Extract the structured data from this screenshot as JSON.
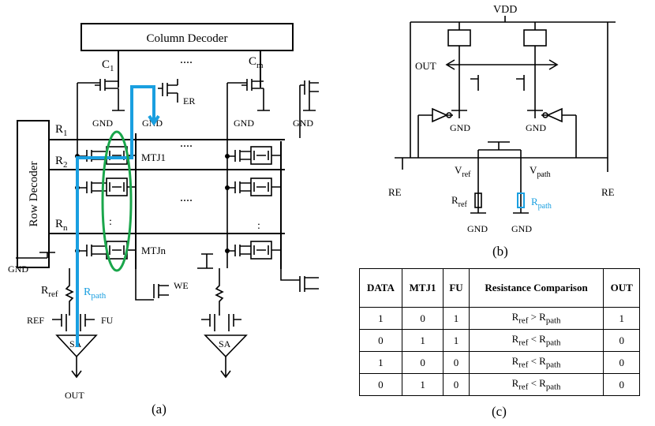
{
  "panel_a": {
    "caption": "(a)",
    "column_decoder": "Column Decoder",
    "row_decoder": "Row Decoder",
    "col_1": "C",
    "col_1_sub": "1",
    "col_m": "C",
    "col_m_sub": "m",
    "dots_h": "....",
    "dots_v": ":",
    "rows": [
      {
        "label": "R",
        "sub": "1"
      },
      {
        "label": "R",
        "sub": "2"
      },
      {
        "label": "R",
        "sub": "n"
      }
    ],
    "er": "ER",
    "gnd": "GND",
    "we": "WE",
    "ref": "REF",
    "fu": "FU",
    "rref": "R",
    "rref_sub": "ref",
    "rpath": "R",
    "rpath_sub": "path",
    "sa": "SA",
    "out": "OUT",
    "mtj1": "MTJ1",
    "mtjn": "MTJn"
  },
  "panel_b": {
    "caption": "(b)",
    "vdd": "VDD",
    "out": "OUT",
    "re": "RE",
    "vref": "V",
    "vref_sub": "ref",
    "vpath": "V",
    "vpath_sub": "path",
    "rref": "R",
    "rref_sub": "ref",
    "rpath": "R",
    "rpath_sub": "path",
    "gnd": "GND"
  },
  "panel_c": {
    "caption": "(c)",
    "headers": [
      "DATA",
      "MTJ1",
      "FU",
      "Resistance Comparison",
      "OUT"
    ],
    "rows": [
      [
        "1",
        "0",
        "1",
        "R_ref > R_path",
        "1"
      ],
      [
        "0",
        "1",
        "1",
        "R_ref < R_path",
        "0"
      ],
      [
        "1",
        "0",
        "0",
        "R_ref < R_path",
        "0"
      ],
      [
        "0",
        "1",
        "0",
        "R_ref < R_path",
        "0"
      ]
    ]
  },
  "colors": {
    "highlight_path": "#1a9fe0",
    "highlight_ellipse": "#1aa64b"
  }
}
